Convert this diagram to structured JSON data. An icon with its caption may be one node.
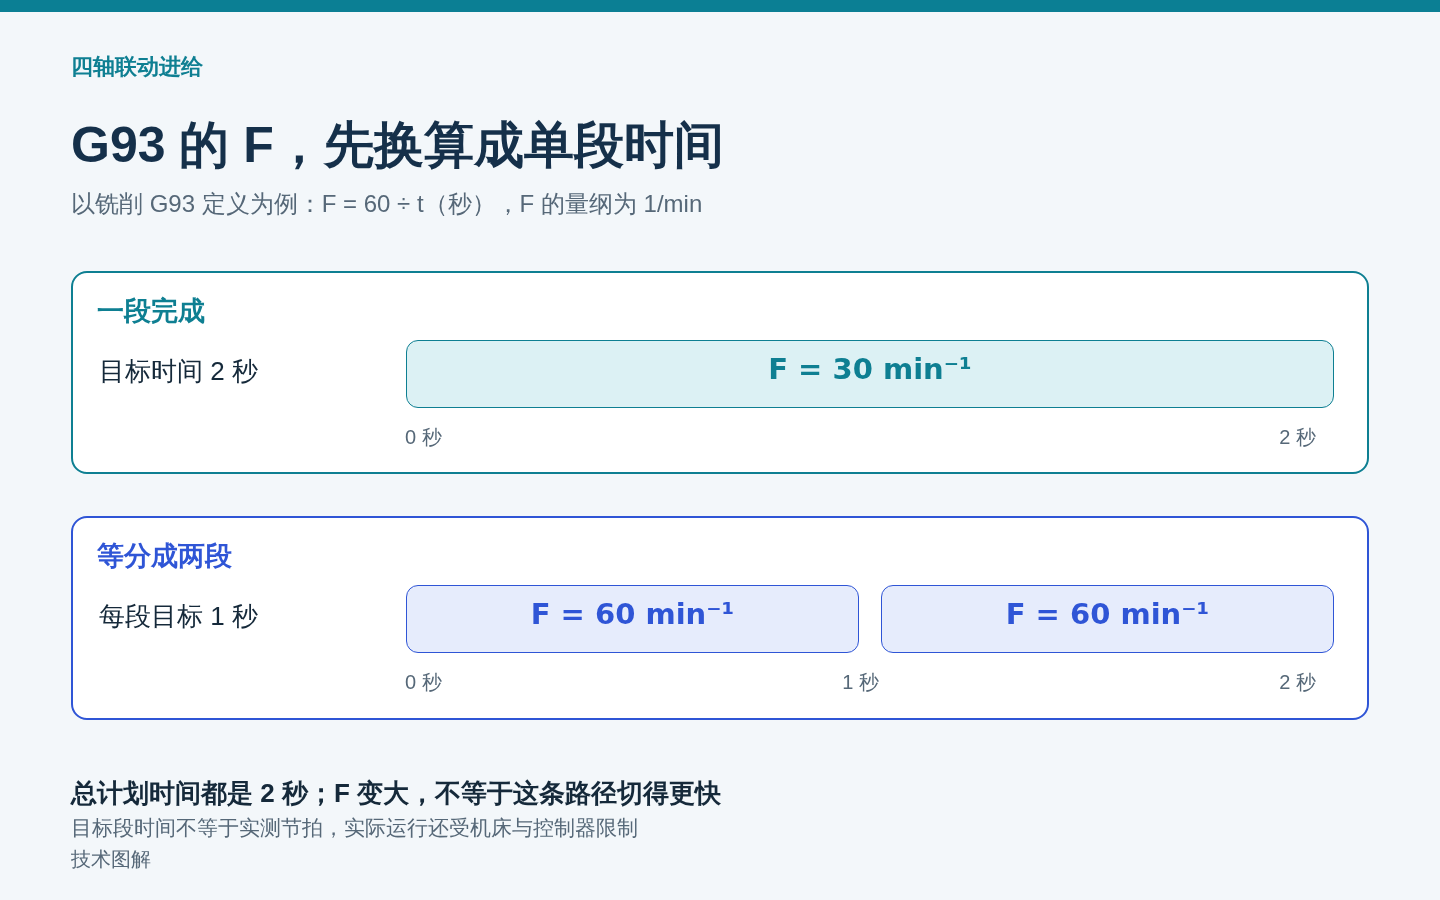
{
  "diagram": {
    "title": "G93 的 F，先换算成单段时间",
    "nodes": [
      {
        "text": [
          "一段完成",
          "目标时间 2 秒",
          "0 秒",
          "2 秒"
        ]
      },
      {
        "text": [
          "F = 30 min⁻¹"
        ],
        "in": 0
      },
      {
        "text": [
          "等分成两段",
          "每段目标 1 秒",
          "0 秒",
          "1 秒",
          "2 秒"
        ]
      },
      {
        "text": [
          "F = 60 min⁻¹"
        ],
        "in": 2
      },
      {
        "text": [
          "F = 60 min⁻¹"
        ],
        "in": 2
      }
    ],
    "labels": [
      "四轴联动进给",
      "以铣削 G93 定义为例：F = 60 ÷ t（秒），F 的量纲为 1/min",
      "总计划时间都是 2 秒；F 变大，不等于这条路径切得更快",
      "目标段时间不等于实测节拍，实际运行还受机床与控制器限制",
      "技术图解"
    ]
  }
}
